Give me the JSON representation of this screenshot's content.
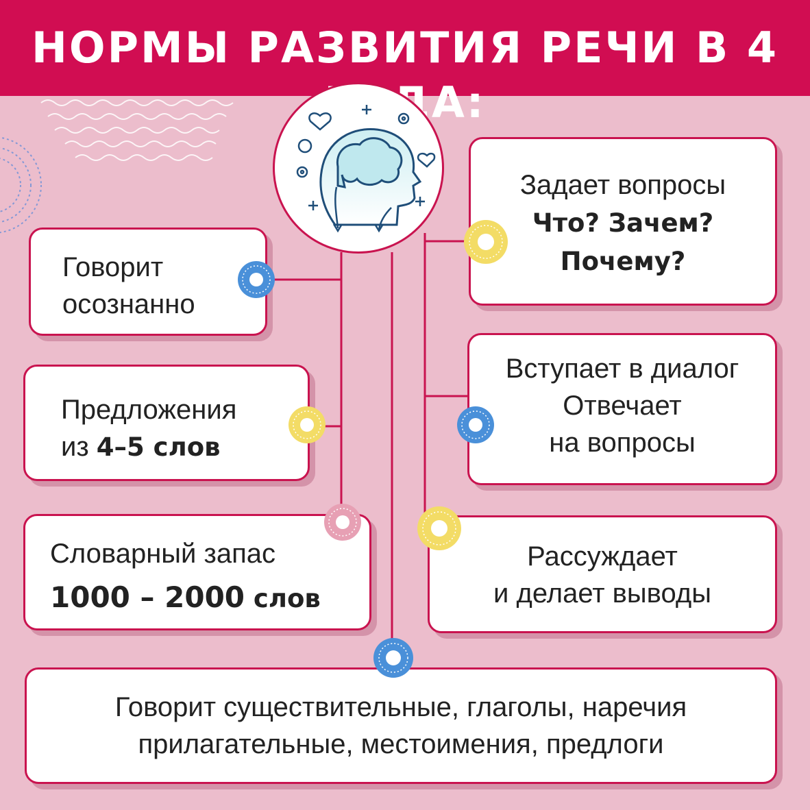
{
  "title": "НОРМЫ РАЗВИТИЯ РЕЧИ В 4 ГОДА:",
  "colors": {
    "header": "#d10d52",
    "background": "#ecbdcc",
    "border": "#c9134f",
    "dot_blue": "#4a90d9",
    "dot_yellow": "#f3dc66",
    "dot_pink": "#e7a0b4"
  },
  "cards": {
    "speaks": {
      "line1": "Говорит",
      "line2": "осознанно"
    },
    "sentences": {
      "line1": "Предложения",
      "line2_prefix": "из ",
      "line2_bold": "4–5 слов"
    },
    "vocabulary": {
      "line1": "Словарный запас",
      "line2_num": "1000 – 2000",
      "line2_word": " слов"
    },
    "questions": {
      "line1": "Задает вопросы",
      "line2": "Что? Зачем?",
      "line3": "Почему?"
    },
    "dialog": {
      "line1": "Вступает в диалог",
      "line2": "Отвечает",
      "line3": "на вопросы"
    },
    "reasoning": {
      "line1": "Рассуждает",
      "line2": "и делает выводы"
    },
    "parts_of_speech": {
      "line1": "Говорит существительные, глаголы, наречия",
      "line2": "прилагательные, местоимения, предлоги"
    }
  },
  "icons": [
    "head-brain-icon",
    "heart-icon",
    "plus-icon",
    "gear-icon"
  ]
}
